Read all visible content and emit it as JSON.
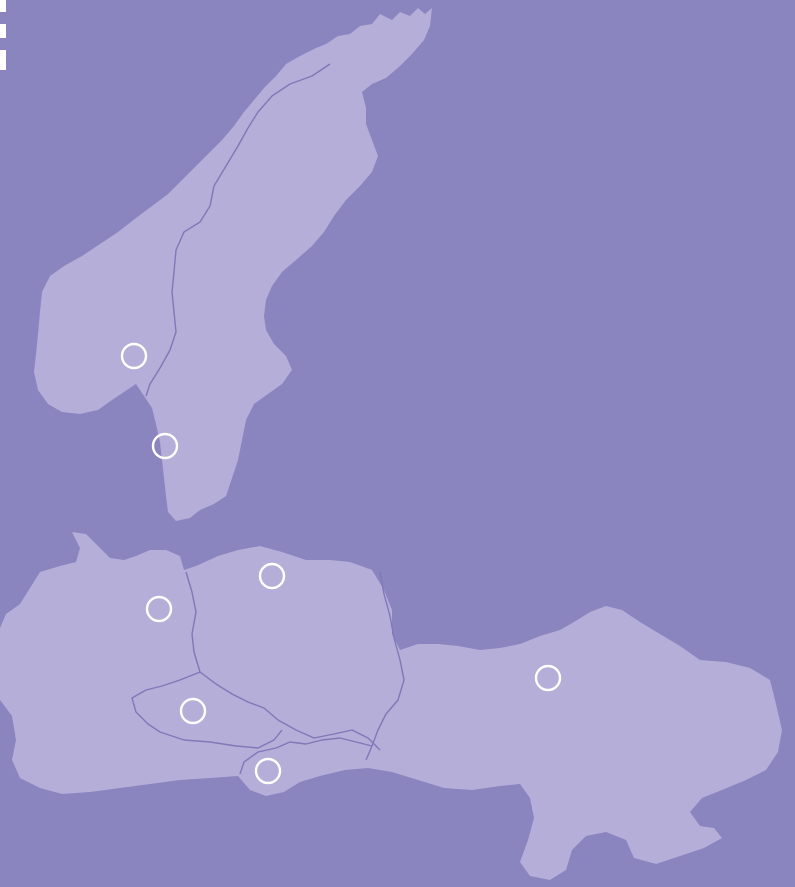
{
  "colors": {
    "background": "#8a84bf",
    "land": "#b4aed8",
    "border": "#8078b8",
    "marker": "#ffffff",
    "edge_mark": "#ffffff"
  },
  "icons": {
    "location_marker": "circle-outline-icon",
    "edge_mark": "dashed-bar-icon"
  },
  "map": {
    "markers": [
      {
        "id": "norway"
      },
      {
        "id": "sweden"
      },
      {
        "id": "poland"
      },
      {
        "id": "germany"
      },
      {
        "id": "czechia"
      },
      {
        "id": "hungary"
      },
      {
        "id": "ukraine"
      }
    ]
  }
}
